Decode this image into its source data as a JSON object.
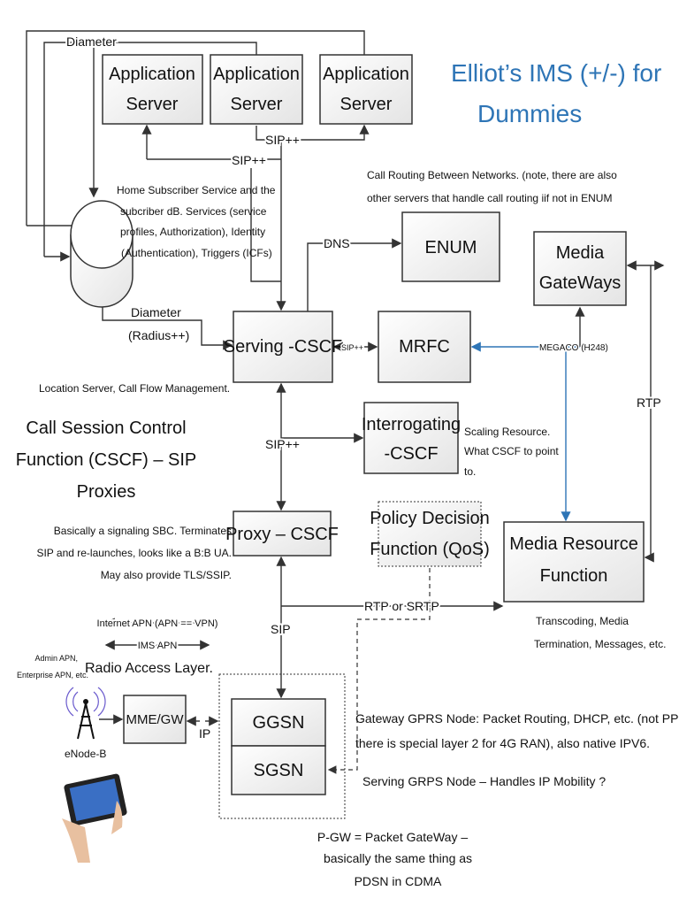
{
  "title": {
    "line1": "Elliot’s IMS (+/-) for",
    "line2": "Dummies",
    "color": "#2e75b6"
  },
  "boxes": {
    "as1": [
      "Application",
      "Server"
    ],
    "as2": [
      "Application",
      "Server"
    ],
    "as3": [
      "Application",
      "Server"
    ],
    "enum": "ENUM",
    "media_gateways": [
      "Media",
      "GateWays"
    ],
    "serving_cscf": "Serving -CSCF",
    "mrfc": "MRFC",
    "interrogating_cscf": [
      "Interrogating",
      "-CSCF"
    ],
    "proxy_cscf": "Proxy – CSCF",
    "pdf": [
      "Policy Decision",
      "Function (QoS)"
    ],
    "mrf": [
      "Media Resource",
      "Function"
    ],
    "ggsn": "GGSN",
    "sgsn": "SGSN",
    "mme": "MME/GW"
  },
  "labels": {
    "diameter_top": "Diameter",
    "sip_left": "SIP++",
    "sip_right": "SIP++",
    "hss": [
      "Home Subscriber Service and the",
      "subcriber dB.  Services (service",
      "profiles, Authorization), Identity",
      "(Authentication), Triggers (ICFs)"
    ],
    "call_routing": [
      "Call Routing Between Networks.  (note, there are also",
      "other servers that handle call routing iif not in ENUM"
    ],
    "dns": "DNS",
    "diameter_radius": [
      "Diameter",
      "(Radius++)"
    ],
    "sip_mrfc": "SIP++",
    "megaco": "MEGACO (H248)",
    "location": "Location Server, Call Flow Management.",
    "rtp": "RTP",
    "cscf": [
      "Call Session Control",
      "Function (CSCF) – SIP",
      "Proxies"
    ],
    "sip_icscf": "SIP++",
    "scaling": [
      "Scaling Resource.",
      "What CSCF to point",
      "to."
    ],
    "sbc": [
      "Basically a signaling SBC.  Terminates",
      "SIP and re-launches, looks like a B:B UA.",
      "May also provide TLS/SSIP."
    ],
    "rtp_srtp": "RTP or SRTP",
    "sip": "SIP",
    "transcoding": [
      "Transcoding, Media",
      "Termination, Messages, etc."
    ],
    "internet_apn": "Internet APN (APN == VPN)",
    "ims_apn": "IMS APN",
    "admin_apn": [
      "Admin APN,",
      "Enterprise APN, etc."
    ],
    "radio": "Radio Access Layer.",
    "enodeb": "eNode-B",
    "ip": "IP",
    "ggsn_desc": [
      "Gateway GPRS Node: Packet Routing, DHCP, etc. (not PPP,",
      "there is special layer 2 for 4G RAN), also native IPV6."
    ],
    "sgsn_desc": "Serving GRPS Node – Handles IP Mobility ?",
    "pgw": [
      "P-GW = Packet GateWay –",
      "basically  the same thing as",
      "PDSN in CDMA"
    ]
  }
}
